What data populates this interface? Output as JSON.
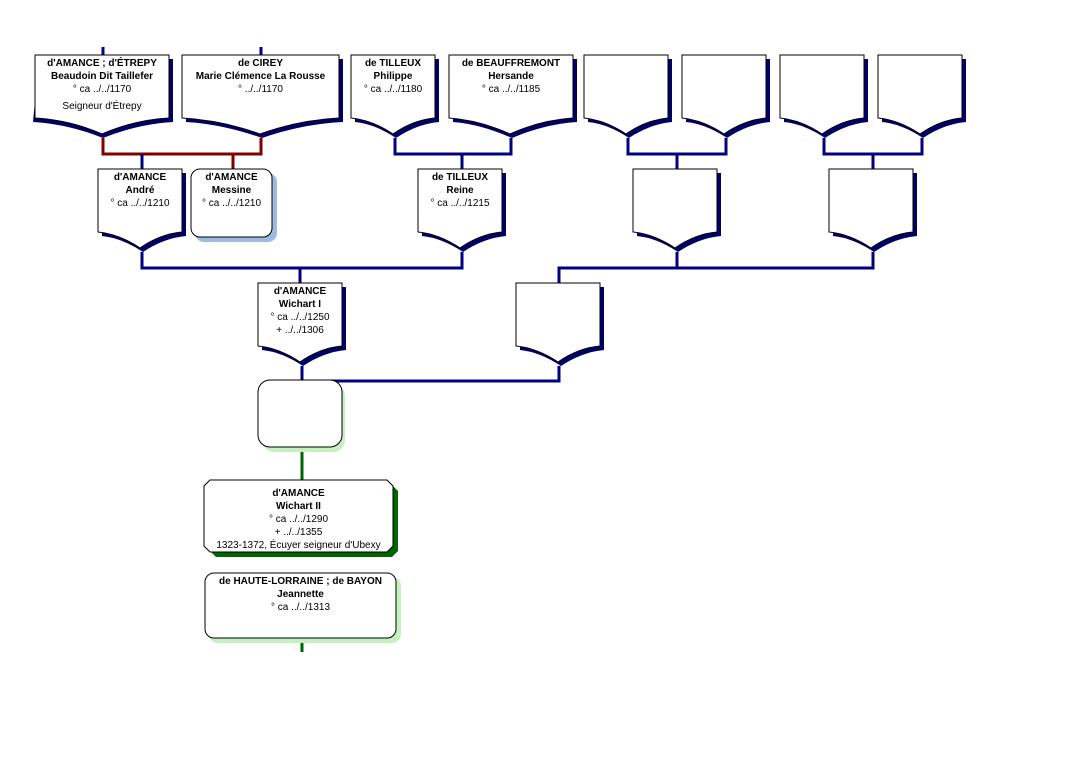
{
  "persons": {
    "p_amance_etrepy": {
      "surname": "d'AMANCE ; d'ÉTREPY",
      "given": "Beaudoin Dit Taillefer",
      "birth": "° ca ../../1170",
      "note": "Seigneur d'Étrepy"
    },
    "p_cirey": {
      "surname": "de CIREY",
      "given": "Marie Clémence La Rousse",
      "birth": "° ../../1170"
    },
    "p_tilleux_philippe": {
      "surname": "de TILLEUX",
      "given": "Philippe",
      "birth": "° ca ../../1180"
    },
    "p_beauffremont": {
      "surname": "de BEAUFFREMONT",
      "given": "Hersande",
      "birth": "° ca ../../1185"
    },
    "p_andre": {
      "surname": "d'AMANCE",
      "given": "André",
      "birth": "° ca ../../1210"
    },
    "p_messine": {
      "surname": "d'AMANCE",
      "given": "Messine",
      "birth": "° ca ../../1210"
    },
    "p_reine": {
      "surname": "de TILLEUX",
      "given": "Reine",
      "birth": "° ca ../../1215"
    },
    "p_wichart1": {
      "surname": "d'AMANCE",
      "given": "Wichart I",
      "birth": "° ca ../../1250",
      "death": "+ ../../1306"
    },
    "p_wichart2": {
      "surname": "d'AMANCE",
      "given": "Wichart II",
      "birth": "° ca ../../1290",
      "death": "+ ../../1355",
      "note": "1323-1372, Écuyer seigneur d'Ubexy"
    },
    "p_jeannette": {
      "surname": "de HAUTE-LORRAINE ; de BAYON",
      "given": "Jeannette",
      "birth": "° ca ../../1313"
    }
  },
  "colors": {
    "paternal_line": "#000080",
    "spouse_line": "#800000",
    "descendant_line": "#006400",
    "box_border": "#000000",
    "shadow_blue": "#000066",
    "shadow_light_blue": "#9dbbe0",
    "shadow_light_green": "#c6f0c0",
    "shadow_green": "#006400"
  }
}
